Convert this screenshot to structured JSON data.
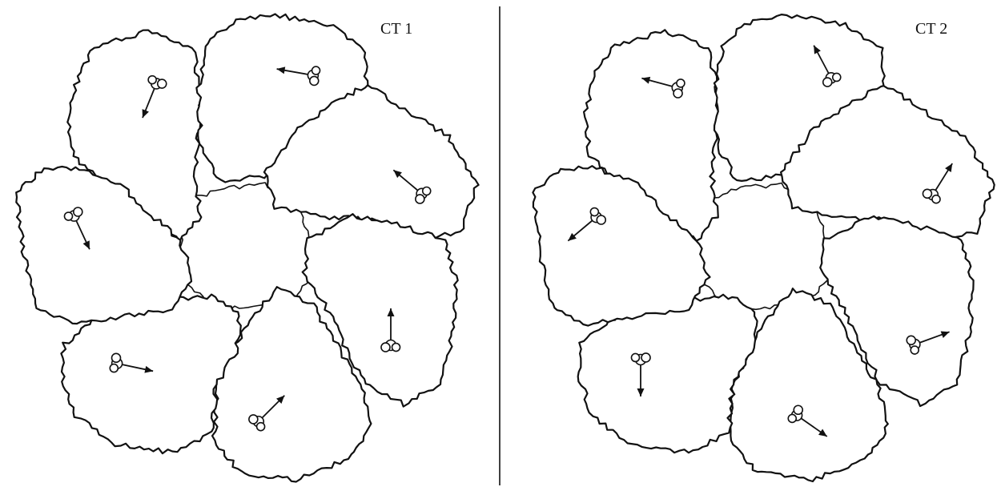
{
  "panels": [
    {
      "label": "CT 1",
      "subunits": [
        {
          "direction_deg": 112
        },
        {
          "direction_deg": 190
        },
        {
          "direction_deg": 220
        },
        {
          "direction_deg": -90
        },
        {
          "direction_deg": -45
        },
        {
          "direction_deg": 12
        },
        {
          "direction_deg": 65
        }
      ]
    },
    {
      "label": "CT 2",
      "subunits": [
        {
          "direction_deg": 195
        },
        {
          "direction_deg": 242
        },
        {
          "direction_deg": -58
        },
        {
          "direction_deg": -20
        },
        {
          "direction_deg": 35
        },
        {
          "direction_deg": 90
        },
        {
          "direction_deg": 140
        }
      ]
    }
  ]
}
